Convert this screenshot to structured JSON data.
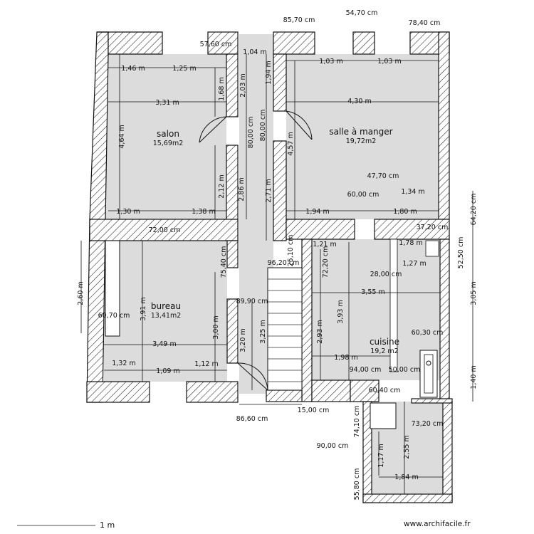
{
  "rooms": {
    "salon": {
      "name": "salon",
      "area": "15,69m2"
    },
    "salle": {
      "name": "salle à manger",
      "area": "19,72m2"
    },
    "bureau": {
      "name": "bureau",
      "area": "13,41m2"
    },
    "cuisine": {
      "name": "cuisine",
      "area": "19,2 m2"
    }
  },
  "dims": {
    "d01": "85,70 cm",
    "d02": "54,70 cm",
    "d03": "78,40 cm",
    "d04": "57,60 cm",
    "d05": "1,04 m",
    "d06": "1,46 m",
    "d07": "1,25 m",
    "d08": "1,03 m",
    "d09": "1,03 m",
    "d10": "1,68 m",
    "d11": "2,03 m",
    "d12": "1,94 m",
    "d13": "3,31 m",
    "d14": "4,30 m",
    "d15": "4,64 m",
    "d16": "80,00 cm",
    "d17": "80,00 cm",
    "d18": "4,57 m",
    "d19": "2,12 m",
    "d20": "2,86 m",
    "d21": "2,71 m",
    "d22": "47,70 cm",
    "d23": "60,00 cm",
    "d24": "1,34 m",
    "d25": "1,30 m",
    "d26": "1,38 m",
    "d27": "1,94 m",
    "d28": "1,80 m",
    "d29": "64,20 cm",
    "d30": "72,00 cm",
    "d31": "37,20 cm",
    "d32": "25,10 cm",
    "d33": "1,21 m",
    "d34": "72,20 cm",
    "d35": "1,78 m",
    "d36": "75,40 cm",
    "d37": "96,20 cm",
    "d38": "1,27 m",
    "d39": "52,50 cm",
    "d40": "28,00 cm",
    "d41": "2,60 m",
    "d42": "3,55 m",
    "d43": "3,91 m",
    "d44": "89,90 cm",
    "d45": "3,93 m",
    "d46": "3,05 m",
    "d47": "60,70 cm",
    "d48": "3,00 m",
    "d49": "3,49 m",
    "d50": "3,20 m",
    "d51": "3,25 m",
    "d52": "2,93 m",
    "d53": "1,98 m",
    "d54": "60,30 cm",
    "d55": "1,32 m",
    "d56": "1,12 m",
    "d57": "1,09 m",
    "d58": "94,00 cm",
    "d59": "50,00 cm",
    "d60": "1,40 m",
    "d61": "60,40 cm",
    "d62": "15,00 cm",
    "d63": "86,60 cm",
    "d64": "74,10 cm",
    "d65": "73,20 cm",
    "d66": "90,00 cm",
    "d67": "2,55 m",
    "d68": "1,17 m",
    "d69": "1,84 m",
    "d70": "55,80 cm"
  },
  "footer": {
    "scale": "1 m",
    "brand": "www.archifacile.fr"
  }
}
